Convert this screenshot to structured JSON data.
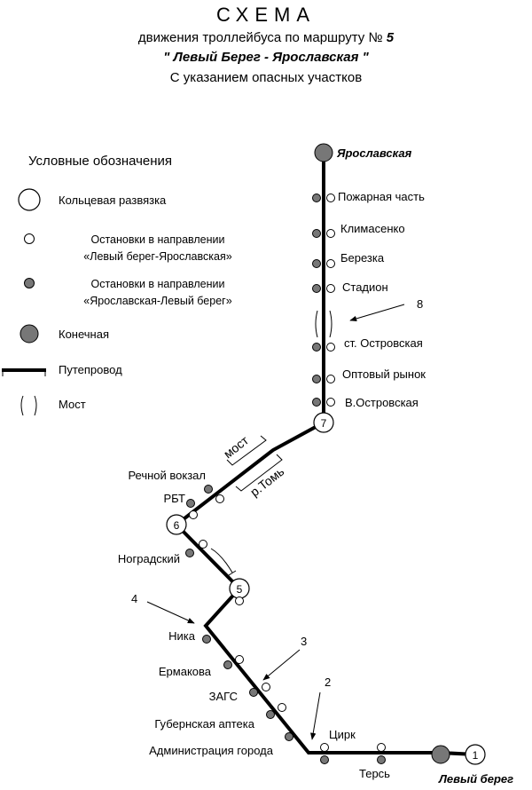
{
  "header": {
    "title": "СХЕМА",
    "line2_prefix": "движения троллейбуса по маршруту № ",
    "route_number": "5",
    "route_name": "\" Левый Берег - Ярославская \"",
    "subtitle": "С указанием опасных участков"
  },
  "legend": {
    "title": "Условные обозначения",
    "roundabout": "Кольцевая развязка",
    "stops_dir1_line1": "Остановки в направлении",
    "stops_dir1_line2": "«Левый берег-Ярославская»",
    "stops_dir2_line1": "Остановки в направлении",
    "stops_dir2_line2": "«Ярославская-Левый берег»",
    "terminal": "Конечная",
    "overpass": "Путепровод",
    "bridge": "Мост"
  },
  "terminals": {
    "north": "Ярославская",
    "south": "Левый берег"
  },
  "stops": {
    "pozharnaya": "Пожарная часть",
    "klimasenko": "Климасенко",
    "berezka": "Березка",
    "stadion": "Стадион",
    "ostrovskaya_st": "ст. Островская",
    "optovy": "Оптовый рынок",
    "v_ostrovskaya": "В.Островская",
    "rechnoy": "Речной вокзал",
    "rbt": "РБТ",
    "nogradsky": "Ноградский",
    "nika": "Ника",
    "ermakova": "Ермакова",
    "zags": "ЗАГС",
    "apteka": "Губернская аптека",
    "admin": "Администрация города",
    "cirk": "Цирк",
    "ters": "Терсь"
  },
  "labels": {
    "most": "мост",
    "river": "р.Томь"
  },
  "roundabouts": [
    "7",
    "6",
    "5",
    "1"
  ],
  "danger_zones": [
    "8",
    "4",
    "3",
    "2"
  ],
  "colors": {
    "dark_stop": "#777777",
    "light_stop": "#ffffff",
    "terminal": "#777777",
    "route": "#000000"
  }
}
